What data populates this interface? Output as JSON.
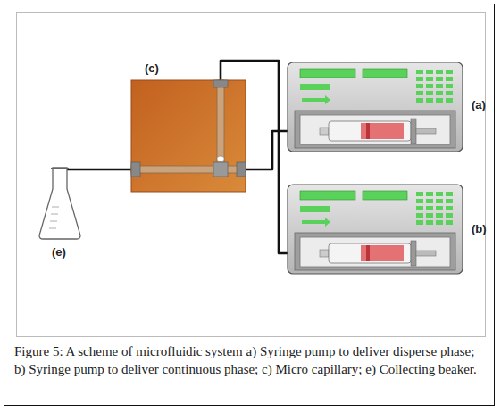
{
  "diagram": {
    "caption": "Figure 5: A scheme of microfluidic system a) Syringe pump to deliver disperse phase; b) Syringe pump to deliver continuous phase; c) Micro capillary; e) Collecting beaker.",
    "nodes": [
      {
        "text": [
          "(c)"
        ]
      },
      {
        "text": [
          "(a)"
        ]
      },
      {
        "text": [
          "(b)"
        ]
      },
      {
        "text": [
          "(e)"
        ]
      }
    ],
    "edges": [
      {
        "from": 1,
        "to": 0,
        "arrow": "none"
      },
      {
        "from": 2,
        "to": 0,
        "arrow": "none"
      },
      {
        "from": 0,
        "to": 3,
        "arrow": "none"
      }
    ]
  }
}
